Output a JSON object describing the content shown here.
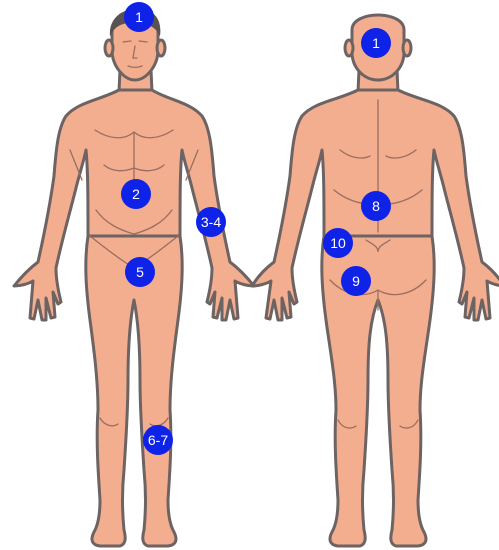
{
  "colors": {
    "skin": "#f3ad8f",
    "outline": "#6d6363",
    "marker": "#0f22e8",
    "marker_text": "#ffffff"
  },
  "front_markers": [
    {
      "label": "1"
    },
    {
      "label": "2"
    },
    {
      "label": "3-4"
    },
    {
      "label": "5"
    },
    {
      "label": "6-7"
    }
  ],
  "back_markers": [
    {
      "label": "1"
    },
    {
      "label": "8"
    },
    {
      "label": "10"
    },
    {
      "label": "9"
    }
  ]
}
